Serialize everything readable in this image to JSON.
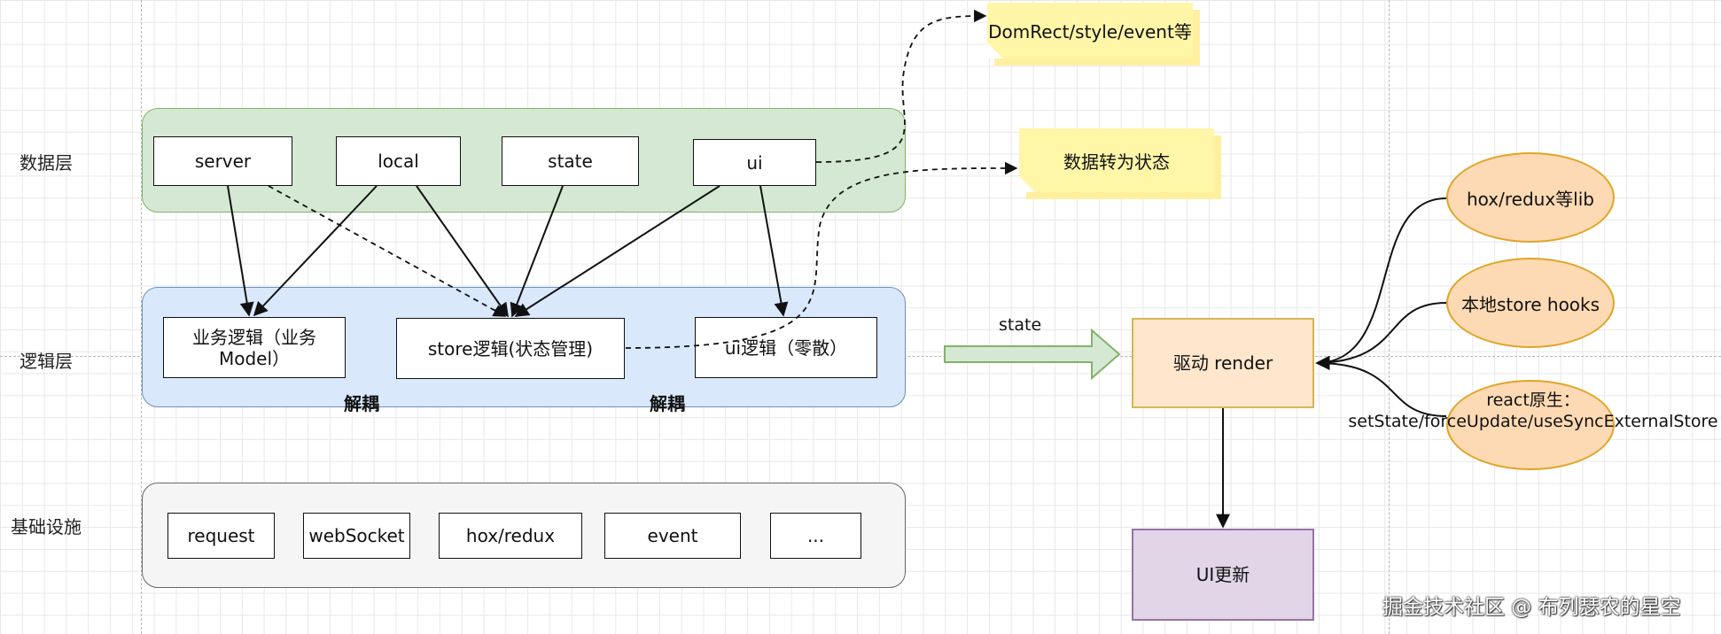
{
  "layers": {
    "data": "数据层",
    "logic": "逻辑层",
    "infra": "基础设施"
  },
  "data_boxes": {
    "server": "server",
    "local": "local",
    "state": "state",
    "ui": "ui"
  },
  "logic_boxes": {
    "business": "业务逻辑（业务Model）",
    "store": "store逻辑(状态管理)",
    "ui": "ui逻辑（零散）"
  },
  "decouple_labels": [
    "解耦",
    "解耦"
  ],
  "infra_boxes": [
    "request",
    "webSocket",
    "hox/redux",
    "event",
    "..."
  ],
  "notes": {
    "domrect": "DomRect/style/event等",
    "convert": "数据转为状态"
  },
  "state_arrow_label": "state",
  "render_box": "驱动 render",
  "ui_update_box": "UI更新",
  "libs": {
    "hox": "hox/redux等lib",
    "local_hooks": "本地store hooks",
    "react_native_line1": "react原生：",
    "react_native_line2": "setState/forceUpdate/useSyncExternalStore"
  },
  "watermark": "掘金技术社区 @ 布列瑟农的星空",
  "colors": {
    "data_layer_fill": "#d5e8d4",
    "data_layer_border": "#82b366",
    "logic_layer_fill": "#dae8fc",
    "logic_layer_border": "#6c8ebf",
    "infra_layer_fill": "#f5f5f5",
    "infra_layer_border": "#666666",
    "note_fill": "#fff6a8",
    "render_fill": "#ffe6cc",
    "render_border": "#d6b656",
    "ui_update_fill": "#e1d5e7",
    "ui_update_border": "#9673a6",
    "lib_fill": "#fedab4",
    "lib_border": "#e0a528"
  }
}
